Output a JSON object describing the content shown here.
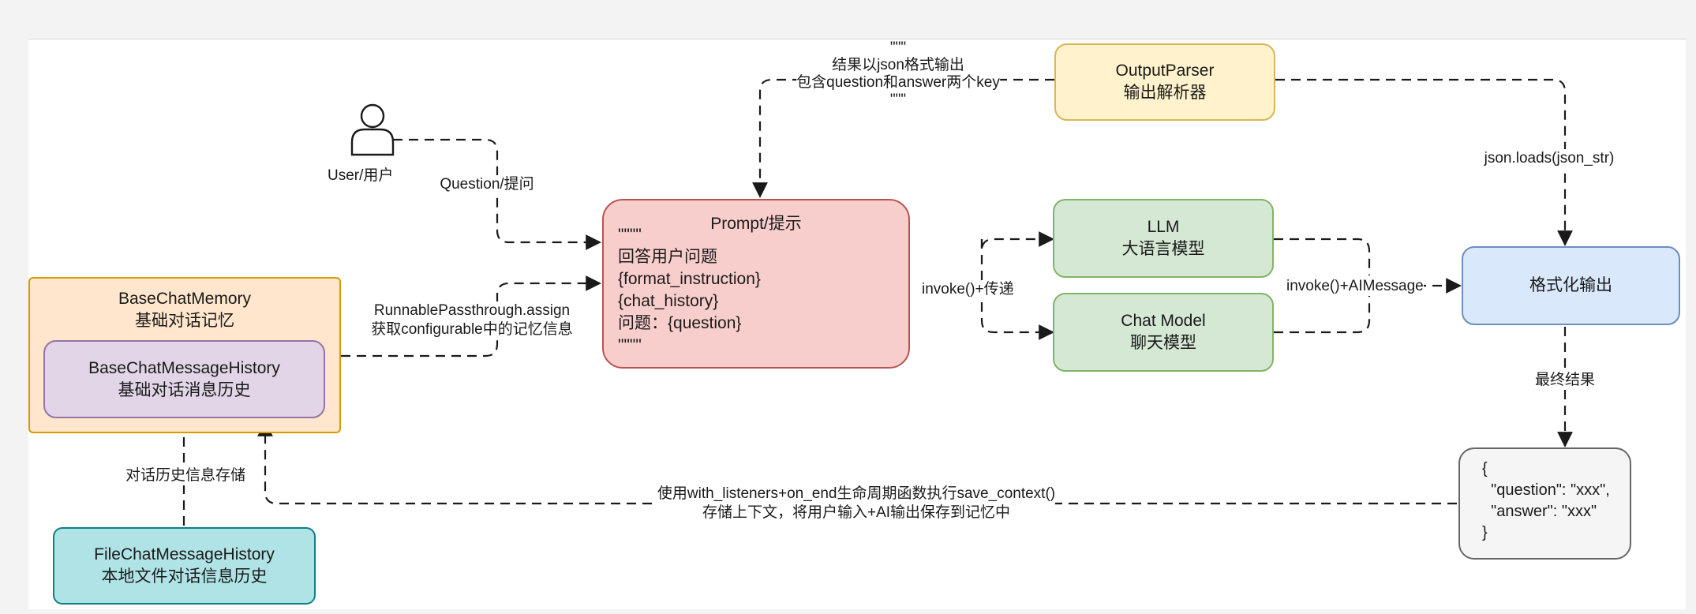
{
  "nodes": {
    "output_parser": {
      "line1": "OutputParser",
      "line2": "输出解析器",
      "fill": "#fff2cc",
      "stroke": "#d6b656"
    },
    "user": {
      "label": "User/用户"
    },
    "prompt": {
      "title": "Prompt/提示",
      "lines": [
        "\"\"\"\"",
        "回答用户问题",
        "{format_instruction}",
        "{chat_history}",
        "问题：{question}",
        "\"\"\"\""
      ],
      "fill": "#f8cecc",
      "stroke": "#b85450"
    },
    "llm": {
      "line1": "LLM",
      "line2": "大语言模型",
      "fill": "#d5e8d4",
      "stroke": "#82b366"
    },
    "chat_model": {
      "line1": "Chat Model",
      "line2": "聊天模型",
      "fill": "#d5e8d4",
      "stroke": "#82b366"
    },
    "formatted_output": {
      "label": "格式化输出",
      "fill": "#dae8fc",
      "stroke": "#6c8ebf"
    },
    "base_chat_memory": {
      "line1": "BaseChatMemory",
      "line2": "基础对话记忆",
      "fill": "#ffe6cc",
      "stroke": "#d79b00"
    },
    "base_chat_message_history": {
      "line1": "BaseChatMessageHistory",
      "line2": "基础对话消息历史",
      "fill": "#e1d5e7",
      "stroke": "#9673a6"
    },
    "file_chat_message_history": {
      "line1": "FileChatMessageHistory",
      "line2": "本地文件对话信息历史",
      "fill": "#b0e3e6",
      "stroke": "#0e8088"
    },
    "final_json": {
      "lines": [
        "{",
        "  \"question\": \"xxx\",",
        "  \"answer\": \"xxx\"",
        "}"
      ],
      "fill": "#f5f5f5",
      "stroke": "#666666"
    }
  },
  "edge_labels": {
    "parser_note": [
      "\"\"\"",
      "结果以json格式输出",
      "包含question和answer两个key",
      "\"\"\""
    ],
    "question": "Question/提问",
    "runnable": [
      "RunnablePassthrough.assign",
      "获取configurable中的记忆信息"
    ],
    "invoke_pass": "invoke()+传递",
    "invoke_ai": "invoke()+AIMessage",
    "json_loads": "json.loads(json_str)",
    "final_result": "最终结果",
    "save_context": [
      "使用with_listeners+on_end生命周期函数执行save_context()",
      "存储上下文，将用户输入+AI输出保存到记忆中"
    ],
    "history_store": "对话历史信息存储"
  },
  "colors": {
    "edge": "#1a1a1a"
  }
}
